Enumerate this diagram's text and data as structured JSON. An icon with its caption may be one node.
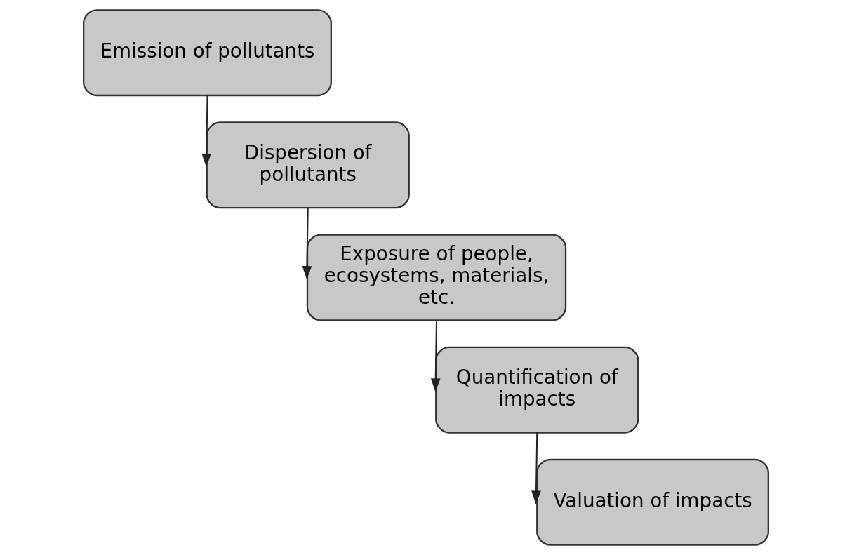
{
  "diagram": {
    "nodes": [
      {
        "text": [
          "Emission of pollutants"
        ]
      },
      {
        "text": [
          "Dispersion of pollutants"
        ]
      },
      {
        "text": [
          "Exposure of people, ecosystems, materials, etc."
        ]
      },
      {
        "text": [
          "Quantification of impacts"
        ]
      },
      {
        "text": [
          "Valuation of impacts"
        ]
      }
    ],
    "edges": [
      {
        "from": 0,
        "to": 1,
        "arrow": "to"
      },
      {
        "from": 1,
        "to": 2,
        "arrow": "to"
      },
      {
        "from": 2,
        "to": 3,
        "arrow": "to"
      },
      {
        "from": 3,
        "to": 4,
        "arrow": "to"
      }
    ]
  }
}
